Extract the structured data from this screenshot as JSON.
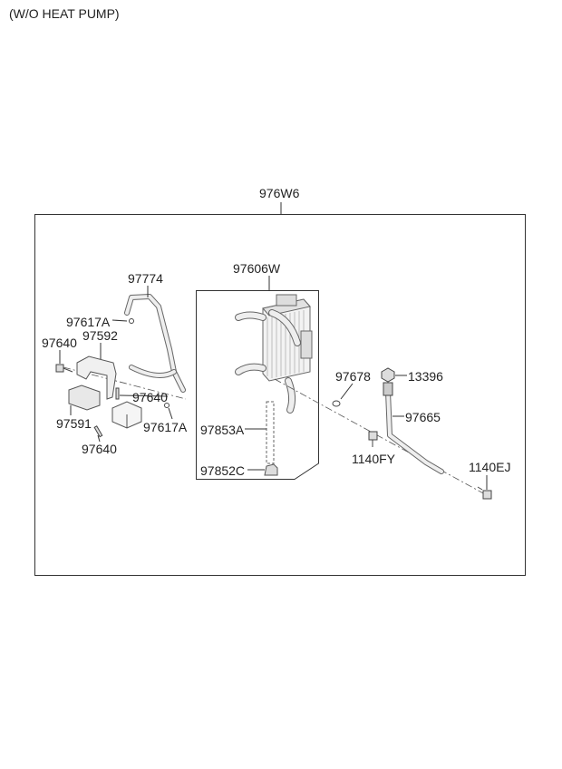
{
  "header": {
    "variant_note": "(W/O HEAT PUMP)"
  },
  "assembly": {
    "part_no": "976W6"
  },
  "inner_box": {
    "part_no": "97606W"
  },
  "callouts": {
    "c97774": "97774",
    "c97617A_top": "97617A",
    "c97640_left": "97640",
    "c97592": "97592",
    "c97640_mid": "97640",
    "c97591": "97591",
    "c97617A_bottom": "97617A",
    "c97640_bottom": "97640",
    "c97853A": "97853A",
    "c97852C": "97852C",
    "c97678": "97678",
    "c13396": "13396",
    "c97665": "97665",
    "c1140FY": "1140FY",
    "c1140EJ": "1140EJ"
  }
}
